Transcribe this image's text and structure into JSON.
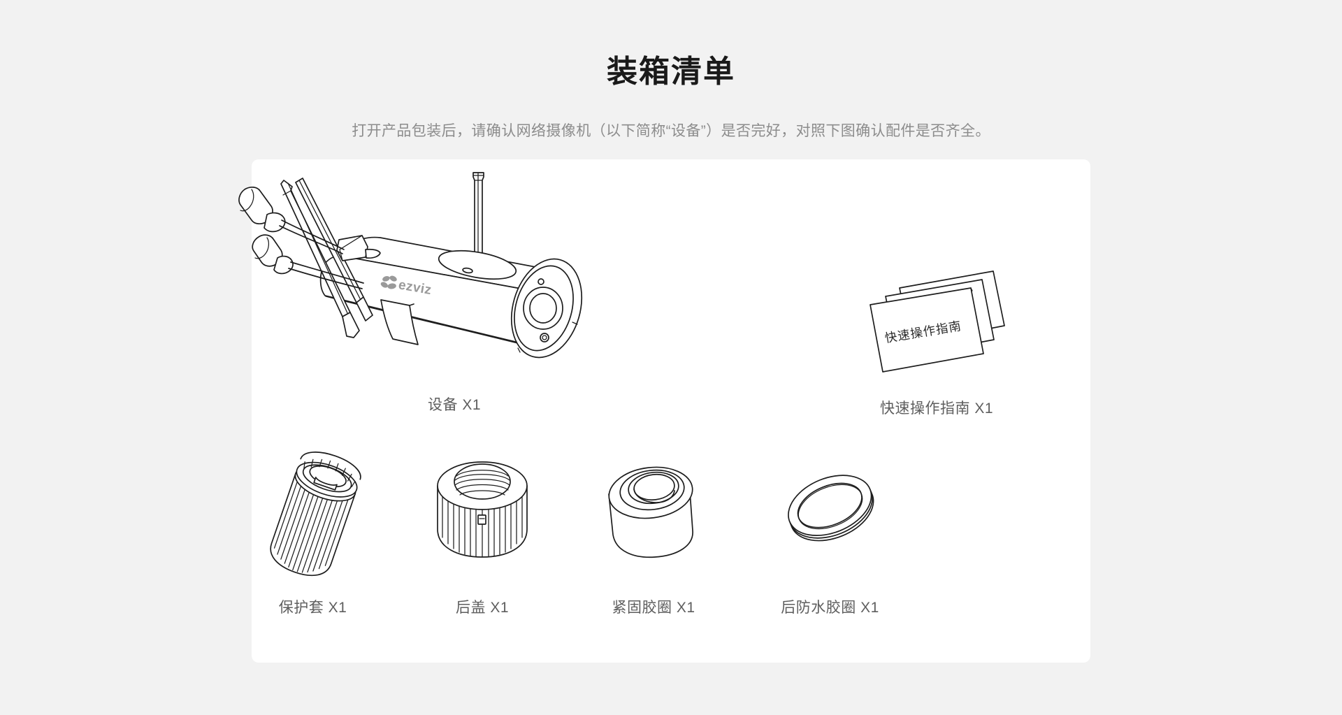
{
  "page": {
    "title": "装箱清单",
    "subtitle": "打开产品包装后，请确认网络摄像机（以下简称“设备”）是否完好，对照下图确认配件是否齐全。",
    "background_color": "#f2f2f2",
    "panel_color": "#ffffff",
    "title_color": "#1a1a1a",
    "subtitle_color": "#8c8c8c",
    "label_color": "#5e5e5e",
    "line_color": "#1d1d1d"
  },
  "items": [
    {
      "id": "device",
      "name": "设备",
      "quantity": "X1",
      "label": "设备  X1",
      "icon": "network-camera-illustration",
      "brand_on_body": "ezviz"
    },
    {
      "id": "guide",
      "name": "快速操作指南",
      "quantity": "X1",
      "label": "快速操作指南  X1",
      "icon": "booklet-illustration",
      "cover_text": "快速操作指南"
    },
    {
      "id": "sleeve",
      "name": "保护套",
      "quantity": "X1",
      "label": "保护套  X1",
      "icon": "protective-sleeve-illustration"
    },
    {
      "id": "rearcover",
      "name": "后盖",
      "quantity": "X1",
      "label": "后盖  X1",
      "icon": "rear-cover-illustration"
    },
    {
      "id": "fastening",
      "name": "紧固胶圈",
      "quantity": "X1",
      "label": "紧固胶圈  X1",
      "icon": "fastening-rubber-ring-illustration"
    },
    {
      "id": "waterproof",
      "name": "后防水胶圈",
      "quantity": "X1",
      "label": "后防水胶圈  X1",
      "icon": "rear-waterproof-ring-illustration"
    }
  ]
}
